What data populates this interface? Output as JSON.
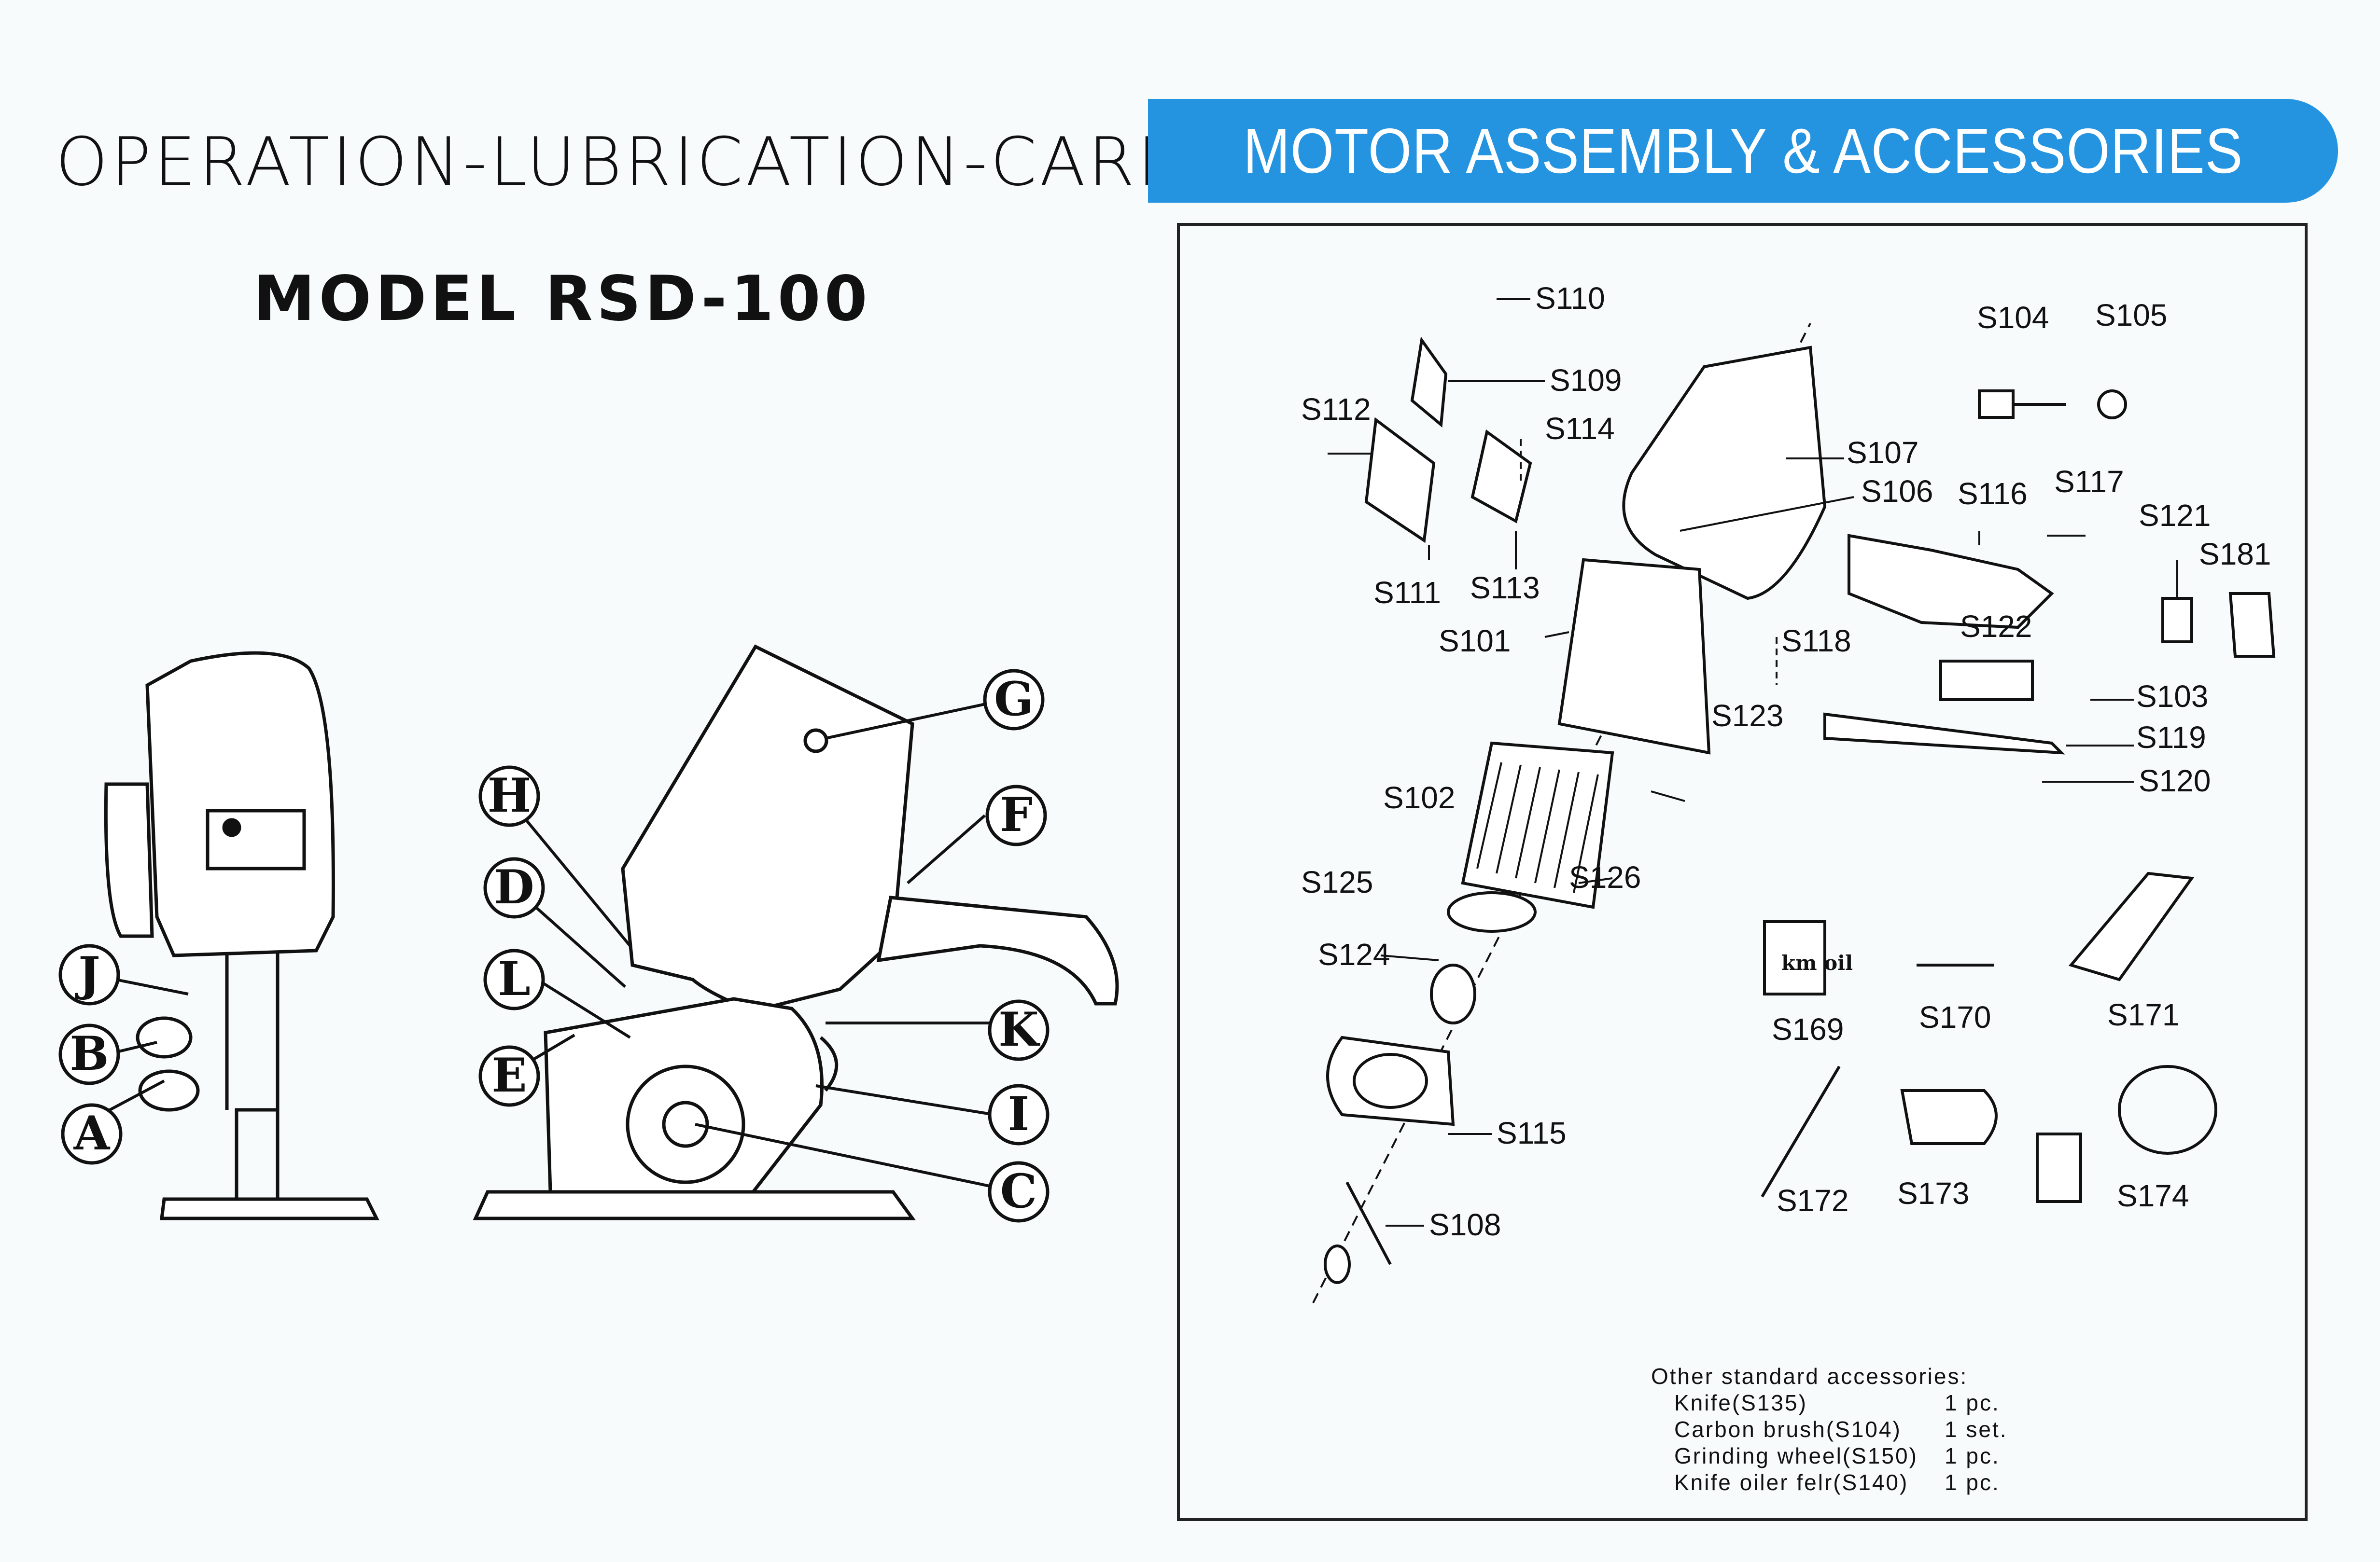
{
  "left": {
    "title": "OPERATION-LUBRICATION-CARE",
    "model": "MODEL RSD-100",
    "callouts": [
      "A",
      "B",
      "C",
      "D",
      "E",
      "F",
      "G",
      "H",
      "I",
      "J",
      "K",
      "L"
    ]
  },
  "right": {
    "banner": "MOTOR ASSEMBLY & ACCESSORIES",
    "banner_color": "#2493e0",
    "parts": [
      "S101",
      "S102",
      "S103",
      "S104",
      "S105",
      "S106",
      "S107",
      "S108",
      "S109",
      "S110",
      "S111",
      "S112",
      "S113",
      "S114",
      "S115",
      "S116",
      "S117",
      "S118",
      "S119",
      "S120",
      "S121",
      "S122",
      "S123",
      "S124",
      "S125",
      "S126",
      "S169",
      "S170",
      "S171",
      "S172",
      "S173",
      "S174",
      "S181"
    ],
    "accessories": {
      "heading": "Other standard accessories:",
      "items": [
        {
          "name": "Knife(S135)",
          "qty": "1 pc."
        },
        {
          "name": "Carbon brush(S104)",
          "qty": "1 set."
        },
        {
          "name": "Grinding wheel(S150)",
          "qty": "1 pc."
        },
        {
          "name": "Knife oiler felr(S140)",
          "qty": "1 pc."
        }
      ]
    },
    "sticker_text": "km oil"
  }
}
